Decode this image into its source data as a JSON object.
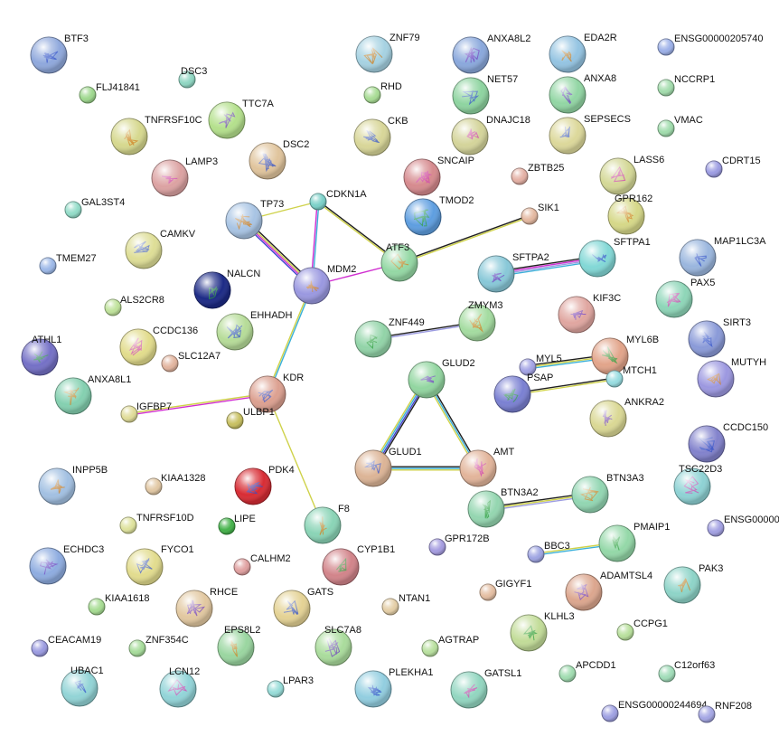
{
  "network": {
    "nodes": [
      {
        "id": "BTF3",
        "color": "#8fa8dc",
        "structure": true
      },
      {
        "id": "FLJ41841",
        "color": "#9ed88e",
        "structure": false
      },
      {
        "id": "DSC3",
        "color": "#8ed6c2",
        "structure": false
      },
      {
        "id": "TNFRSF10C",
        "color": "#d6d88e",
        "structure": true
      },
      {
        "id": "TTC7A",
        "color": "#b4e08c",
        "structure": true
      },
      {
        "id": "DSC2",
        "color": "#e0c49c",
        "structure": true
      },
      {
        "id": "LAMP3",
        "color": "#dca2a2",
        "structure": true
      },
      {
        "id": "GAL3ST4",
        "color": "#92dcc8",
        "structure": false
      },
      {
        "id": "TP73",
        "color": "#a8c4e4",
        "structure": true
      },
      {
        "id": "CDKN1A",
        "color": "#7ad0c8",
        "structure": false
      },
      {
        "id": "CAMKV",
        "color": "#dede96",
        "structure": true
      },
      {
        "id": "TMEM27",
        "color": "#9cb8e8",
        "structure": false
      },
      {
        "id": "NALCN",
        "color": "#1c2a86",
        "structure": true
      },
      {
        "id": "MDM2",
        "color": "#9a98e0",
        "structure": true
      },
      {
        "id": "ALS2CR8",
        "color": "#bfe29a",
        "structure": false
      },
      {
        "id": "EHHADH",
        "color": "#b6dc98",
        "structure": true
      },
      {
        "id": "CCDC136",
        "color": "#e2dc8c",
        "structure": true
      },
      {
        "id": "ATHL1",
        "color": "#7470c6",
        "structure": true
      },
      {
        "id": "ANXA8L1",
        "color": "#84d0b0",
        "structure": true
      },
      {
        "id": "SLC12A7",
        "color": "#e2b49e",
        "structure": false
      },
      {
        "id": "KDR",
        "color": "#dca090",
        "structure": true
      },
      {
        "id": "IGFBP7",
        "color": "#e0dc98",
        "structure": false
      },
      {
        "id": "ULBP1",
        "color": "#c8c060",
        "structure": false
      },
      {
        "id": "INPP5B",
        "color": "#a2c0e2",
        "structure": true
      },
      {
        "id": "KIAA1328",
        "color": "#e2c8a4",
        "structure": false
      },
      {
        "id": "PDK4",
        "color": "#d82c34",
        "structure": true
      },
      {
        "id": "TNFRSF10D",
        "color": "#dee29c",
        "structure": false
      },
      {
        "id": "LIPE",
        "color": "#44b24a",
        "structure": false
      },
      {
        "id": "F8",
        "color": "#8ad4b6",
        "structure": true
      },
      {
        "id": "ECHDC3",
        "color": "#8eace0",
        "structure": true
      },
      {
        "id": "FYCO1",
        "color": "#e2dc8e",
        "structure": true
      },
      {
        "id": "CALHM2",
        "color": "#e0a0a0",
        "structure": false
      },
      {
        "id": "CYP1B1",
        "color": "#d2848a",
        "structure": true
      },
      {
        "id": "KIAA1618",
        "color": "#a6dc92",
        "structure": false
      },
      {
        "id": "RHCE",
        "color": "#e2c8a0",
        "structure": true
      },
      {
        "id": "GATS",
        "color": "#e4d294",
        "structure": true
      },
      {
        "id": "CEACAM19",
        "color": "#9a9ae0",
        "structure": false
      },
      {
        "id": "ZNF354C",
        "color": "#a6dc9a",
        "structure": false
      },
      {
        "id": "EPS8L2",
        "color": "#9ad6a0",
        "structure": true
      },
      {
        "id": "SLC7A8",
        "color": "#aadc9c",
        "structure": true
      },
      {
        "id": "UBAC1",
        "color": "#92d4d6",
        "structure": true
      },
      {
        "id": "LCN12",
        "color": "#92d4d8",
        "structure": true
      },
      {
        "id": "LPAR3",
        "color": "#96dcd8",
        "structure": false
      },
      {
        "id": "ZNF79",
        "color": "#a6d2e2",
        "structure": true
      },
      {
        "id": "RHD",
        "color": "#a8dc94",
        "structure": false
      },
      {
        "id": "CKB",
        "color": "#d8d698",
        "structure": true
      },
      {
        "id": "SNCAIP",
        "color": "#d68a8e",
        "structure": true
      },
      {
        "id": "TMOD2",
        "color": "#5e9ee0",
        "structure": true
      },
      {
        "id": "ATF3",
        "color": "#94d8a4",
        "structure": true
      },
      {
        "id": "ANXA8L2",
        "color": "#8aa8dc",
        "structure": true
      },
      {
        "id": "NET57",
        "color": "#8ed4a0",
        "structure": true
      },
      {
        "id": "DNAJC18",
        "color": "#d4d49a",
        "structure": true
      },
      {
        "id": "ZBTB25",
        "color": "#e4b0a4",
        "structure": false
      },
      {
        "id": "EDA2R",
        "color": "#94c4e2",
        "structure": true
      },
      {
        "id": "ANXA8",
        "color": "#92d6a4",
        "structure": true
      },
      {
        "id": "SEPSECS",
        "color": "#dcd89a",
        "structure": true
      },
      {
        "id": "LASS6",
        "color": "#d4d896",
        "structure": true
      },
      {
        "id": "SIK1",
        "color": "#e4b8a0",
        "structure": false
      },
      {
        "id": "GPR162",
        "color": "#d6d888",
        "structure": true
      },
      {
        "id": "SFTPA2",
        "color": "#88c8d8",
        "structure": true
      },
      {
        "id": "SFTPA1",
        "color": "#82d8d6",
        "structure": true
      },
      {
        "id": "ENSG00000205740",
        "color": "#9cb0e8",
        "structure": false
      },
      {
        "id": "NCCRP1",
        "color": "#a2dcac",
        "structure": false
      },
      {
        "id": "VMAC",
        "color": "#a0dcac",
        "structure": false
      },
      {
        "id": "CDRT15",
        "color": "#9c9ce2",
        "structure": false
      },
      {
        "id": "MAP1LC3A",
        "color": "#9ab6de",
        "structure": true
      },
      {
        "id": "PAX5",
        "color": "#8ed6b8",
        "structure": true
      },
      {
        "id": "ZNF449",
        "color": "#92d4a8",
        "structure": true
      },
      {
        "id": "ZMYM3",
        "color": "#a4dca0",
        "structure": true
      },
      {
        "id": "KIF3C",
        "color": "#e0a6a0",
        "structure": true
      },
      {
        "id": "SIRT3",
        "color": "#8a9ad8",
        "structure": true
      },
      {
        "id": "MYL5",
        "color": "#a2a2e4",
        "structure": false
      },
      {
        "id": "MYL6B",
        "color": "#e2a48a",
        "structure": true
      },
      {
        "id": "MUTYH",
        "color": "#9c98e0",
        "structure": true
      },
      {
        "id": "GLUD2",
        "color": "#92d6a0",
        "structure": true
      },
      {
        "id": "GLUD1",
        "color": "#dcb496",
        "structure": true
      },
      {
        "id": "AMT",
        "color": "#e2b49a",
        "structure": true
      },
      {
        "id": "PSAP",
        "color": "#7a80d2",
        "structure": true
      },
      {
        "id": "MTCH1",
        "color": "#96dce0",
        "structure": false
      },
      {
        "id": "ANKRA2",
        "color": "#dad894",
        "structure": true
      },
      {
        "id": "CCDC150",
        "color": "#8282cc",
        "structure": true
      },
      {
        "id": "TSC22D3",
        "color": "#8ed2d4",
        "structure": true
      },
      {
        "id": "BTN3A2",
        "color": "#94d6b0",
        "structure": true
      },
      {
        "id": "BTN3A3",
        "color": "#92d6b2",
        "structure": true
      },
      {
        "id": "ENSG00000",
        "color": "#a2a0e2",
        "structure": false
      },
      {
        "id": "GPR172B",
        "color": "#a59ce0",
        "structure": false
      },
      {
        "id": "BBC3",
        "color": "#9ea4e2",
        "structure": false
      },
      {
        "id": "PMAIP1",
        "color": "#94d8a8",
        "structure": true
      },
      {
        "id": "PAK3",
        "color": "#8ed4c8",
        "structure": true
      },
      {
        "id": "ADAMTSL4",
        "color": "#dca68e",
        "structure": true
      },
      {
        "id": "GIGYF1",
        "color": "#e4bea2",
        "structure": false
      },
      {
        "id": "NTAN1",
        "color": "#e4cea6",
        "structure": false
      },
      {
        "id": "KLHL3",
        "color": "#c2dc98",
        "structure": true
      },
      {
        "id": "CCPG1",
        "color": "#b8e09c",
        "structure": false
      },
      {
        "id": "AGTRAP",
        "color": "#b8e09e",
        "structure": false
      },
      {
        "id": "PLEKHA1",
        "color": "#92cee0",
        "structure": true
      },
      {
        "id": "GATSL1",
        "color": "#92d6c0",
        "structure": true
      },
      {
        "id": "APCDD1",
        "color": "#a0dcb0",
        "structure": false
      },
      {
        "id": "C12orf63",
        "color": "#a0dcb8",
        "structure": false
      },
      {
        "id": "ENSG00000244694",
        "color": "#9ea0e2",
        "structure": false
      },
      {
        "id": "RNF208",
        "color": "#a4a6e4",
        "structure": false
      }
    ],
    "edges": [
      {
        "source": "TP73",
        "target": "MDM2",
        "colors": [
          "#1f1f1f",
          "#cfd24a",
          "#d02dd0",
          "#3f3fd0"
        ]
      },
      {
        "source": "TP73",
        "target": "CDKN1A",
        "colors": [
          "#cfd24a"
        ]
      },
      {
        "source": "CDKN1A",
        "target": "MDM2",
        "colors": [
          "#3bb0d8",
          "#d02dd0"
        ]
      },
      {
        "source": "CDKN1A",
        "target": "ATF3",
        "colors": [
          "#1f1f1f",
          "#cfd24a"
        ]
      },
      {
        "source": "MDM2",
        "target": "ATF3",
        "colors": [
          "#d02dd0"
        ]
      },
      {
        "source": "MDM2",
        "target": "KDR",
        "colors": [
          "#3bb0d8",
          "#cfd24a"
        ]
      },
      {
        "source": "ATF3",
        "target": "SIK1",
        "colors": [
          "#1f1f1f",
          "#cfd24a"
        ]
      },
      {
        "source": "KDR",
        "target": "IGFBP7",
        "colors": [
          "#d02dd0",
          "#cfd24a"
        ]
      },
      {
        "source": "KDR",
        "target": "F8",
        "colors": [
          "#cfd24a"
        ]
      },
      {
        "source": "SFTPA2",
        "target": "SFTPA1",
        "colors": [
          "#1f1f1f",
          "#d02dd0",
          "#9b9be0",
          "#3bb0d8"
        ]
      },
      {
        "source": "ZNF449",
        "target": "ZMYM3",
        "colors": [
          "#1f1f1f",
          "#9b9be0"
        ]
      },
      {
        "source": "MYL5",
        "target": "MYL6B",
        "colors": [
          "#1f1f1f",
          "#cfd24a",
          "#3bb0d8"
        ]
      },
      {
        "source": "GLUD2",
        "target": "GLUD1",
        "colors": [
          "#1f1f1f",
          "#3f3fd0",
          "#3bb0d8",
          "#cfd24a"
        ]
      },
      {
        "source": "GLUD2",
        "target": "AMT",
        "colors": [
          "#1f1f1f",
          "#3bb0d8",
          "#cfd24a"
        ]
      },
      {
        "source": "GLUD1",
        "target": "AMT",
        "colors": [
          "#1f1f1f",
          "#3bb0d8",
          "#cfd24a"
        ]
      },
      {
        "source": "PSAP",
        "target": "MTCH1",
        "colors": [
          "#1f1f1f",
          "#cfd24a"
        ]
      },
      {
        "source": "BTN3A2",
        "target": "BTN3A3",
        "colors": [
          "#1f1f1f",
          "#cfd24a",
          "#9b9be0"
        ]
      },
      {
        "source": "BBC3",
        "target": "PMAIP1",
        "colors": [
          "#cfd24a",
          "#3bb0d8"
        ]
      }
    ]
  }
}
